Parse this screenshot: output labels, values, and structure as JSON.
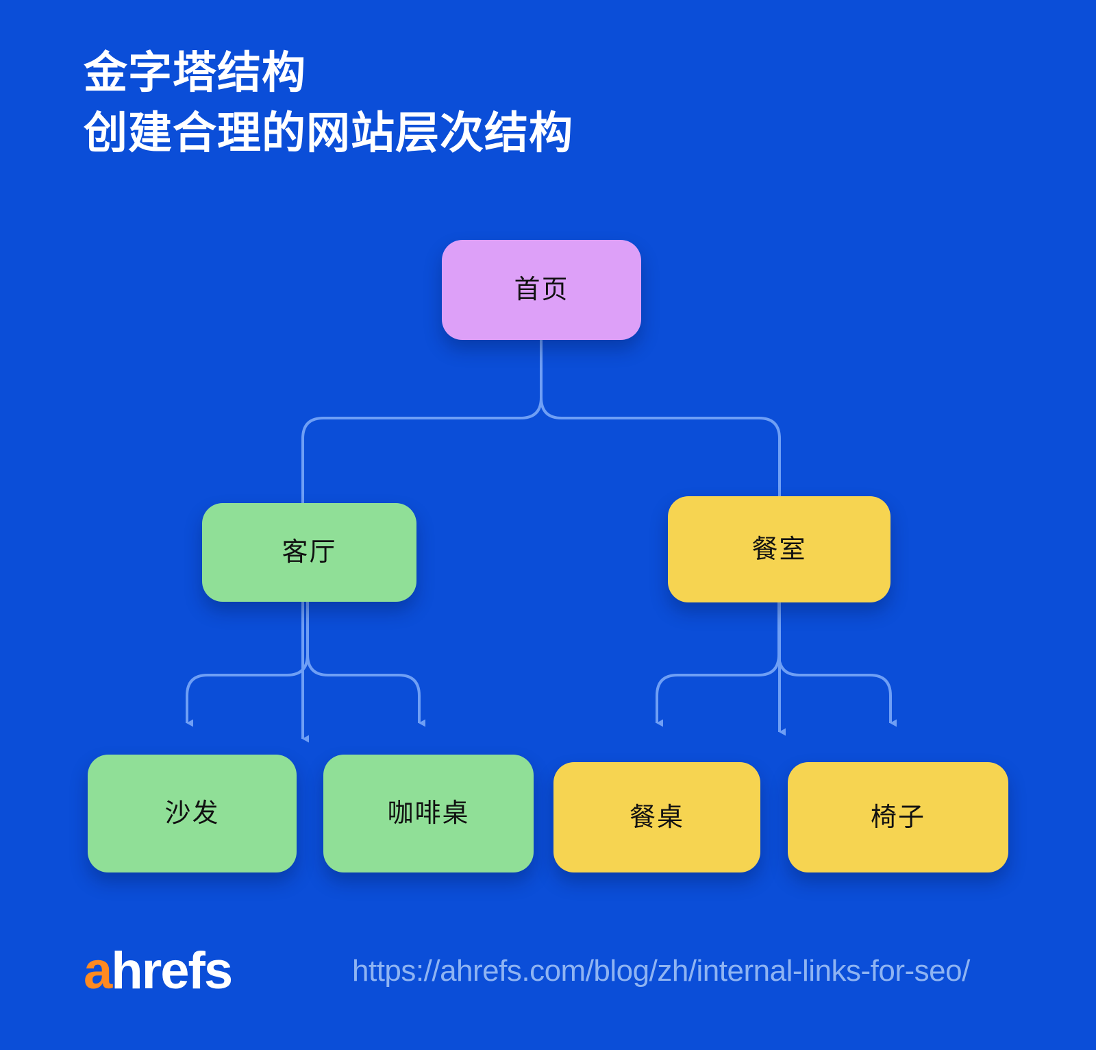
{
  "page": {
    "background_color": "#0B4ED8",
    "title_lines": [
      "金字塔结构",
      "创建合理的网站层次结构"
    ]
  },
  "diagram": {
    "type": "tree",
    "connector_color": "#6F9FF5",
    "nodes": {
      "home": {
        "label": "首页",
        "color": "#DDA0F8",
        "level": 1
      },
      "living": {
        "label": "客厅",
        "color": "#90DF97",
        "level": 2
      },
      "dining": {
        "label": "餐室",
        "color": "#F6D451",
        "level": 2
      },
      "sofa": {
        "label": "沙发",
        "color": "#90DF97",
        "level": 3
      },
      "coffee": {
        "label": "咖啡桌",
        "color": "#90DF97",
        "level": 3
      },
      "table": {
        "label": "餐桌",
        "color": "#F6D451",
        "level": 3
      },
      "chair": {
        "label": "椅子",
        "color": "#F6D451",
        "level": 3
      }
    },
    "edges": [
      {
        "from": "home",
        "to": "living"
      },
      {
        "from": "home",
        "to": "dining"
      },
      {
        "from": "living",
        "to": "sofa"
      },
      {
        "from": "living",
        "to": "coffee"
      },
      {
        "from": "dining",
        "to": "table"
      },
      {
        "from": "dining",
        "to": "chair"
      }
    ]
  },
  "footer": {
    "logo_accent": "a",
    "logo_rest": "hrefs",
    "logo_accent_color": "#FF8A20",
    "url": "https://ahrefs.com/blog/zh/internal-links-for-seo/",
    "url_color": "#8FB4F2"
  }
}
